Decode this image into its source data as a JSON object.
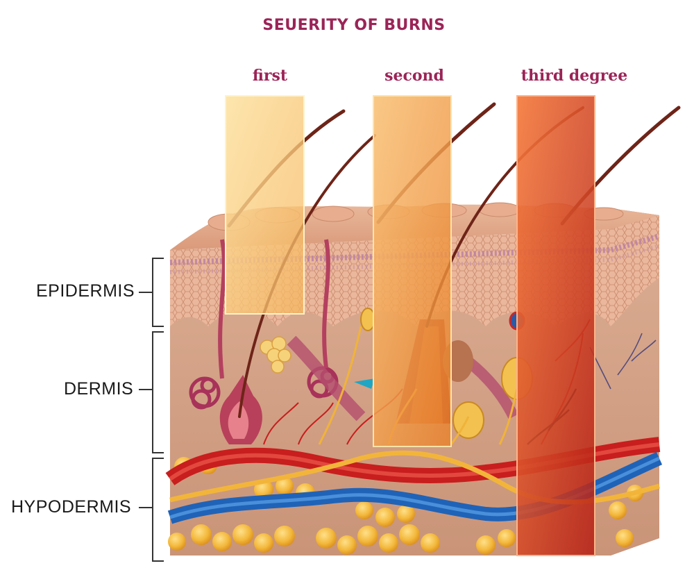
{
  "title": "SEUERITY OF BURNS",
  "columns": [
    {
      "label": "first"
    },
    {
      "label": "second"
    },
    {
      "label": "third degree"
    }
  ],
  "layers": [
    {
      "label": "EPIDERMIS"
    },
    {
      "label": "DERMIS"
    },
    {
      "label": "HYPODERMIS"
    }
  ],
  "colors": {
    "title": "#9b2457",
    "first_burn": "#f7c26a",
    "second_burn": "#f19b3c",
    "third_burn": "#d8401e",
    "skin": "#d9a98f",
    "epidermis": "#e8b49a",
    "artery": "#d42a24",
    "vein": "#2b6fc4",
    "fat": "#f3b83c"
  }
}
